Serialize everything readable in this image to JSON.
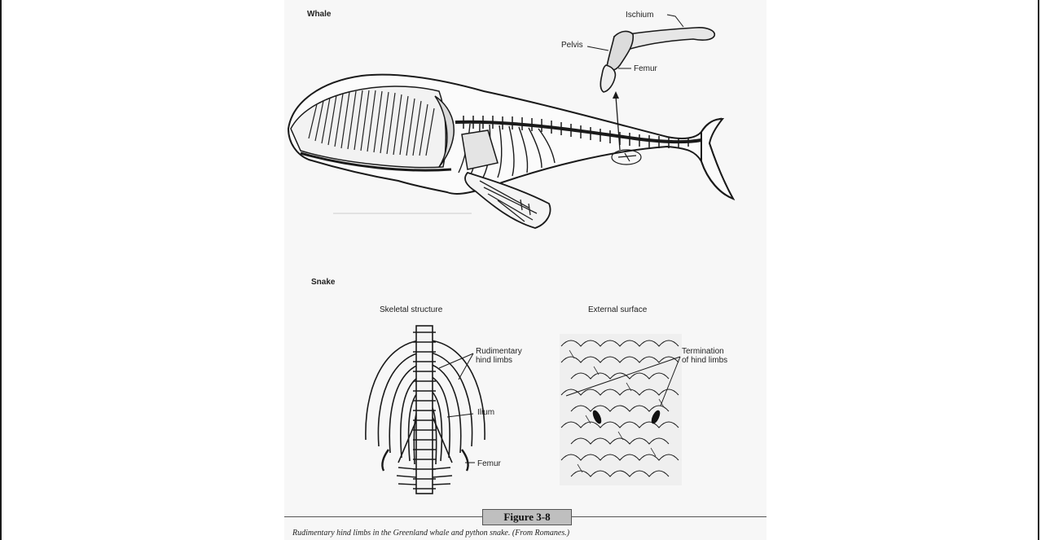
{
  "whale": {
    "heading": "Whale",
    "labels": {
      "ischium": "Ischium",
      "pelvis": "Pelvis",
      "femur": "Femur"
    }
  },
  "snake": {
    "heading": "Snake",
    "skeletal_title": "Skeletal structure",
    "external_title": "External surface",
    "labels": {
      "rudimentary_1": "Rudimentary",
      "rudimentary_2": "hind limbs",
      "ilium": "Ilium",
      "femur": "Femur",
      "termination_1": "Termination",
      "termination_2": "of hind limbs"
    }
  },
  "figure": {
    "number": "Figure 3-8",
    "caption": "Rudimentary hind limbs in the Greenland whale and python snake. (From Romanes.)"
  }
}
